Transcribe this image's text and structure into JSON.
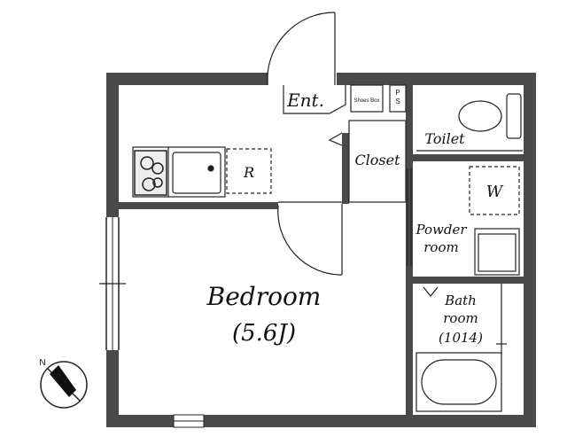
{
  "rooms": {
    "entrance": "Ent.",
    "shoes_box": "Shoes Box",
    "ps": "P\nS",
    "toilet": "Toilet",
    "closet": "Closet",
    "refrigerator": "R",
    "washer": "W",
    "powder_room_line1": "Powder",
    "powder_room_line2": "room",
    "bath_line1": "Bath",
    "bath_line2": "room",
    "bath_line3": "(1014)",
    "bedroom": "Bedroom",
    "bedroom_size": "(5.6J)"
  },
  "compass": {
    "north": "N"
  },
  "colors": {
    "wall": "#555555",
    "line": "#222222"
  }
}
